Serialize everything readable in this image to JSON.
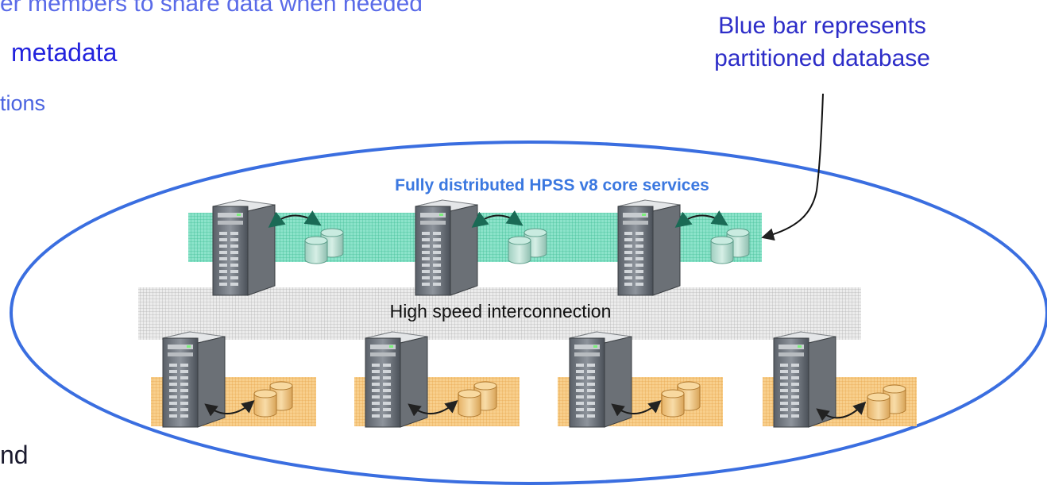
{
  "background_text": {
    "line1": "er members to share data when needed",
    "line2": "metadata",
    "line3": "tions",
    "line4": "nd"
  },
  "callout": {
    "line1": "Blue bar represents",
    "line2": "partitioned database"
  },
  "diagram": {
    "core_label": "Fully distributed HPSS v8 core services",
    "interconnect_label": "High speed interconnection"
  },
  "colors": {
    "ellipse": "#3a6ee0",
    "core_bar": "#3cc9a0",
    "interconnect_bar": "#c9c9c9",
    "client_bar": "#f2b04a"
  },
  "icons": [
    "server-icon",
    "database-icon",
    "bidirectional-arrow-icon"
  ]
}
